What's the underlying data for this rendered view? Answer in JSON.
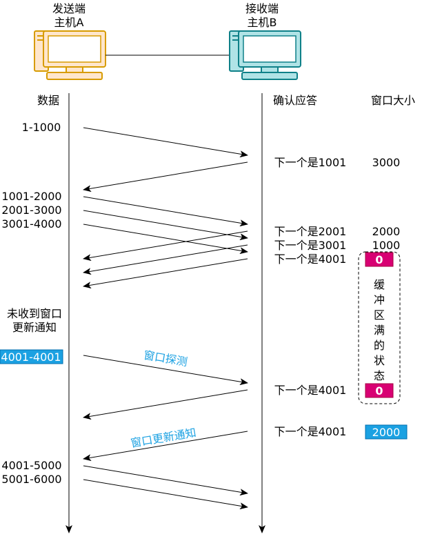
{
  "hosts": {
    "sender": {
      "line1": "发送端",
      "line2": "主机A",
      "color": "#d79b00",
      "fill": "#ffe6cc"
    },
    "receiver": {
      "line1": "接收端",
      "line2": "主机B",
      "color": "#0e8088",
      "fill": "#b0e3e6"
    }
  },
  "headers": {
    "data": "数据",
    "ack": "确认应答",
    "window": "窗口大小"
  },
  "data_labels": [
    "1-1000",
    "1001-2000",
    "2001-3000",
    "3001-4000",
    "4001-5000",
    "5001-6000"
  ],
  "probe_label": "4001-4001",
  "no_update_note": {
    "line1": "未收到窗口",
    "line2": "更新通知"
  },
  "acks": [
    "下一个是1001",
    "下一个是2001",
    "下一个是3001",
    "下一个是4001",
    "下一个是4001",
    "下一个是4001"
  ],
  "windows": [
    "3000",
    "2000",
    "1000",
    "0",
    "0",
    "2000"
  ],
  "buffer_full_chars": [
    "缓",
    "冲",
    "区",
    "满",
    "的",
    "状",
    "态"
  ],
  "arrow_labels": {
    "probe": "窗口探测",
    "update": "窗口更新通知"
  },
  "colors": {
    "zero_badge": "#d80073",
    "blue": "#1ba1e2",
    "label_blue": "#1ba1e2"
  }
}
